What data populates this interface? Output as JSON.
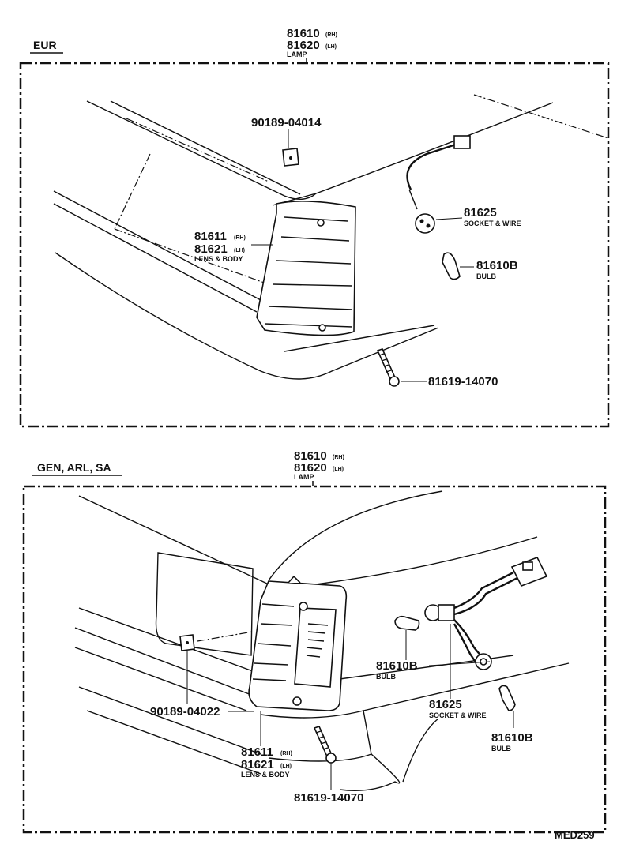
{
  "top": {
    "region": "EUR",
    "lamp": {
      "rh": "81610",
      "rh_sfx": "(RH)",
      "lh": "81620",
      "lh_sfx": "(LH)",
      "caption": "LAMP"
    },
    "clip": {
      "number": "90189-04014"
    },
    "socket": {
      "number": "81625",
      "caption": "SOCKET & WIRE"
    },
    "bulb": {
      "number": "81610B",
      "caption": "BULB"
    },
    "lens": {
      "rh": "81611",
      "rh_sfx": "(RH)",
      "lh": "81621",
      "lh_sfx": "(LH)",
      "caption": "LENS & BODY"
    },
    "screw": {
      "number": "81619-14070"
    }
  },
  "bottom": {
    "region": "GEN, ARL, SA",
    "lamp": {
      "rh": "81610",
      "rh_sfx": "(RH)",
      "lh": "81620",
      "lh_sfx": "(LH)",
      "caption": "LAMP"
    },
    "clip": {
      "number": "90189-04022"
    },
    "socket": {
      "number": "81625",
      "caption": "SOCKET & WIRE"
    },
    "bulb1": {
      "number": "81610B",
      "caption": "BULB"
    },
    "bulb2": {
      "number": "81610B",
      "caption": "BULB"
    },
    "lens": {
      "rh": "81611",
      "rh_sfx": "(RH)",
      "lh": "81621",
      "lh_sfx": "(LH)",
      "caption": "LENS & BODY"
    },
    "screw": {
      "number": "81619-14070"
    }
  },
  "figure_code": "MED259",
  "icons": [
    "clip-icon",
    "socket-icon",
    "bulb-icon",
    "screw-icon",
    "lamp-housing-icon",
    "connector-icon"
  ]
}
